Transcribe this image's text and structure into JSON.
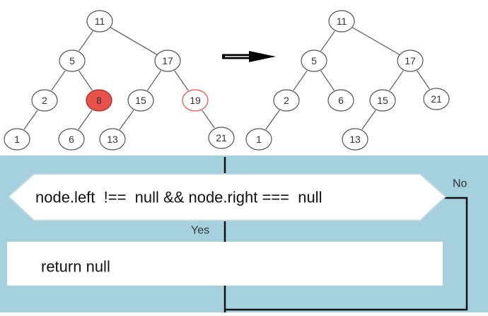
{
  "colors": {
    "highlight_delete": "#e8524a",
    "highlight_outline": "#e8524a",
    "flow_background": "#a5d1de",
    "node_stroke": "#555555"
  },
  "tree_before": {
    "nodes": [
      {
        "id": "n11",
        "label": "11"
      },
      {
        "id": "n5",
        "label": "5"
      },
      {
        "id": "n17",
        "label": "17"
      },
      {
        "id": "n2",
        "label": "2"
      },
      {
        "id": "n8",
        "label": "8",
        "state": "deleted"
      },
      {
        "id": "n15",
        "label": "15"
      },
      {
        "id": "n19",
        "label": "19",
        "state": "outlined"
      },
      {
        "id": "n1",
        "label": "1"
      },
      {
        "id": "n6",
        "label": "6"
      },
      {
        "id": "n13",
        "label": "13"
      },
      {
        "id": "n21",
        "label": "21"
      }
    ],
    "edges": [
      [
        "n11",
        "n5"
      ],
      [
        "n11",
        "n17"
      ],
      [
        "n5",
        "n2"
      ],
      [
        "n5",
        "n8"
      ],
      [
        "n17",
        "n15"
      ],
      [
        "n17",
        "n19"
      ],
      [
        "n2",
        "n1"
      ],
      [
        "n8",
        "n6"
      ],
      [
        "n15",
        "n13"
      ],
      [
        "n19",
        "n21"
      ]
    ]
  },
  "tree_after": {
    "nodes": [
      {
        "id": "m11",
        "label": "11"
      },
      {
        "id": "m5",
        "label": "5"
      },
      {
        "id": "m17",
        "label": "17"
      },
      {
        "id": "m2",
        "label": "2"
      },
      {
        "id": "m6",
        "label": "6"
      },
      {
        "id": "m15",
        "label": "15"
      },
      {
        "id": "m21",
        "label": "21"
      },
      {
        "id": "m1",
        "label": "1"
      },
      {
        "id": "m13",
        "label": "13"
      }
    ],
    "edges": [
      [
        "m11",
        "m5"
      ],
      [
        "m11",
        "m17"
      ],
      [
        "m5",
        "m2"
      ],
      [
        "m5",
        "m6"
      ],
      [
        "m17",
        "m15"
      ],
      [
        "m17",
        "m21"
      ],
      [
        "m2",
        "m1"
      ],
      [
        "m15",
        "m13"
      ]
    ]
  },
  "flowchart": {
    "condition": "node.left  !==  null && node.right ===  null",
    "yes_label": "Yes",
    "no_label": "No",
    "action": "return null"
  }
}
